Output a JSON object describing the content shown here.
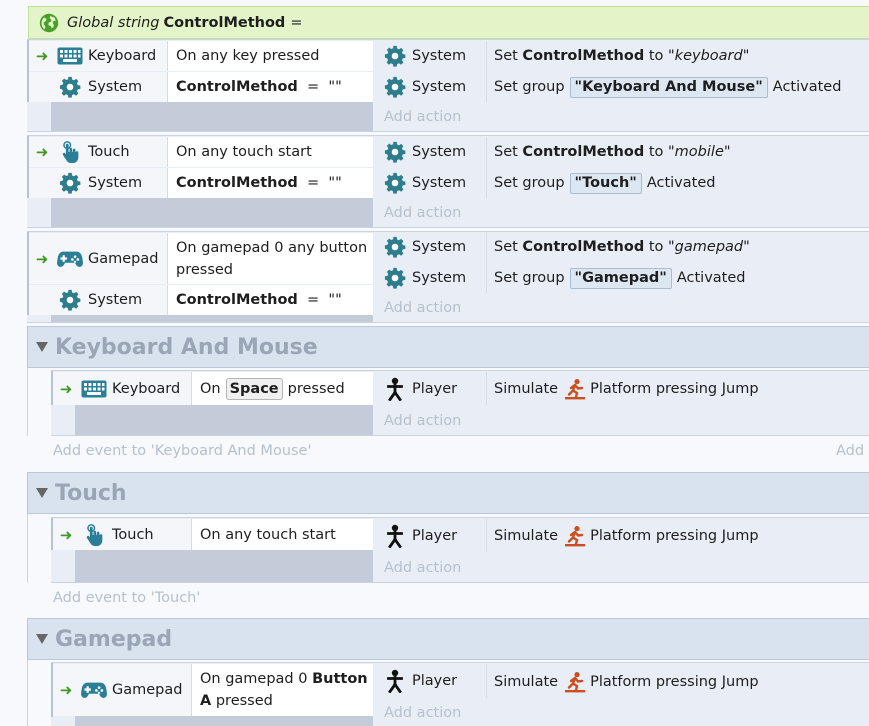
{
  "global_var": {
    "prefix": "Global string",
    "name": "ControlMethod",
    "eq": "="
  },
  "common": {
    "system": "System",
    "player": "Player",
    "keyboard": "Keyboard",
    "touch": "Touch",
    "gamepad": "Gamepad",
    "add_action": "Add action",
    "add_short": "Add",
    "set_word": "Set",
    "to_word": "to",
    "set_group": "Set group",
    "activated": "Activated",
    "var_name": "ControlMethod",
    "equals": "=",
    "empty_str": "\"\"",
    "simulate": "Simulate",
    "platform_jump": "Platform pressing Jump"
  },
  "events": {
    "kb": {
      "cond1": "On any key pressed",
      "value": "\"keyboard\"",
      "group": "\"Keyboard And Mouse\""
    },
    "touch": {
      "cond1": "On any touch start",
      "value": "\"mobile\"",
      "group": "\"Touch\""
    },
    "gp": {
      "cond1": "On gamepad 0 any button pressed",
      "value": "\"gamepad\"",
      "group": "\"Gamepad\""
    }
  },
  "groups": {
    "kbm": {
      "title": "Keyboard And Mouse",
      "cond_pre": "On",
      "key": "Space",
      "cond_post": "pressed",
      "add_event": "Add event to 'Keyboard And Mouse'"
    },
    "touch": {
      "title": "Touch",
      "cond": "On any touch start",
      "add_event": "Add event to 'Touch'"
    },
    "gamepad": {
      "title": "Gamepad",
      "cond_a": "On gamepad 0",
      "cond_b": "Button",
      "cond_c": "A",
      "cond_d": "pressed"
    }
  },
  "icons": {
    "globe": "globe-icon",
    "keyboard": "keyboard-icon",
    "gear": "gear-icon",
    "touch": "touch-hand-icon",
    "gamepad": "gamepad-icon",
    "player": "player-sprite-icon",
    "platform": "platform-run-icon",
    "arrow": "trigger-arrow-icon"
  },
  "colors": {
    "accent_green": "#3f9a25",
    "gear_teal": "#2e7d8c",
    "platform_orange": "#cc4e1f",
    "global_bg": "#e2f4c8"
  }
}
